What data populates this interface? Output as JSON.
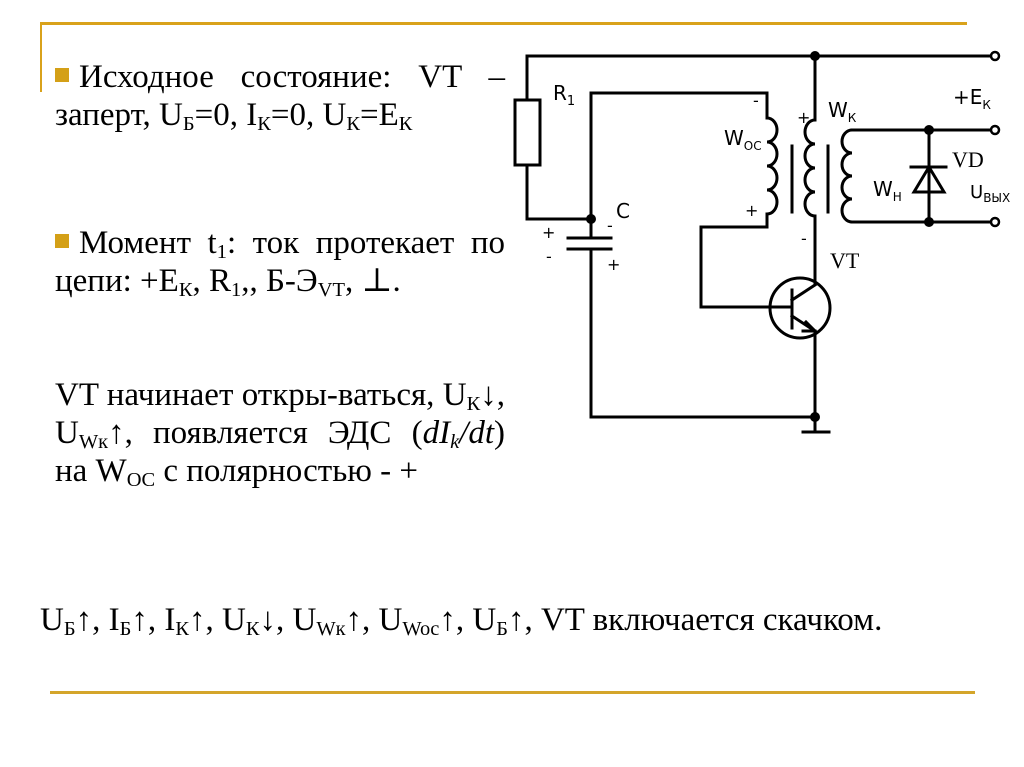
{
  "slide": {
    "accent_color": "#D4A017",
    "bullets": [
      {
        "parts": {
          "a": "Исходное состояние: VT – заперт, U",
          "a_sub": "Б",
          "b": "=0, I",
          "b_sub": "К",
          "c": "=0, U",
          "c_sub": "К",
          "d": "=E",
          "d_sub": "К"
        }
      },
      {
        "parts": {
          "a": "Момент t",
          "a_sub": "1",
          "b": ": ток протекает по цепи: +E",
          "b_sub": "К",
          "c": ", R",
          "c_sub": "1",
          "d": ",, Б-Э",
          "d_sub": "VT",
          "e": ", ⊥."
        }
      }
    ],
    "continuation": {
      "a": "VT начинает откры-ваться, U",
      "a_sub": "К",
      "b": "↓, U",
      "b_sub": "Wк",
      "c": "↑, появляется ЭДС (",
      "c_ital": "dI",
      "c_ital_sub": "k",
      "c_ital2": "/dt",
      "d": ") на W",
      "d_sub": "OC",
      "e": " с полярностью - +"
    },
    "summary": {
      "s1": "U",
      "s1_sub": "Б",
      "s1_arrow": "↑, ",
      "s2": "I",
      "s2_sub": "Б",
      "s2_arrow": "↑, ",
      "s3": "I",
      "s3_sub": "К",
      "s3_arrow": "↑, ",
      "s4": "U",
      "s4_sub": "К",
      "s4_arrow": "↓, ",
      "s5": "U",
      "s5_sub": "Wк",
      "s5_arrow": "↑, ",
      "s6": "U",
      "s6_sub": "Woc",
      "s6_arrow": "↑, ",
      "s7": "U",
      "s7_sub": "Б",
      "s7_arrow": "↑, ",
      "tail": "VT включается скачком."
    }
  },
  "circuit": {
    "labels": {
      "r1": "R",
      "r1_sub": "1",
      "c": "C",
      "woc": "W",
      "woc_sub": "ОС",
      "wk": "W",
      "wk_sub": "К",
      "wn": "W",
      "wn_sub": "Н",
      "ek": "+E",
      "ek_sub": "К",
      "vd": "VD",
      "uout": "U",
      "uout_sub": "ВЫХ",
      "vt": "VT",
      "plus": "+",
      "minus": "-"
    }
  }
}
